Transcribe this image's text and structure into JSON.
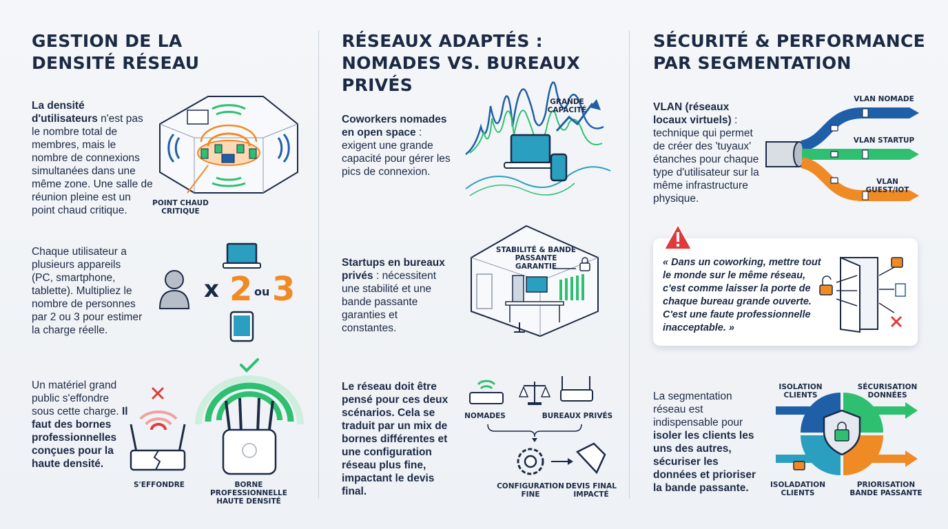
{
  "col1": {
    "title_l1": "GESTION DE LA",
    "title_l2": "DENSITÉ RÉSEAU",
    "p1_bold": "La densité d'utilisateurs",
    "p1_rest": "n'est pas le nombre total de membres, mais le nombre de connexions simultanées dans une même zone. Une salle de réunion pleine est un point chaud critique.",
    "hot_label_l1": "POINT CHAUD",
    "hot_label_l2": "CRITIQUE",
    "p2": "Chaque utilisateur a plusieurs appareils (PC, smartphone, tablette). Multipliez le nombre de personnes par 2 ou 3 pour estimer la charge réelle.",
    "mult_x": "x",
    "mult_2": "2",
    "mult_ou": "ou",
    "mult_3": "3",
    "p3_rest": "Un matériel grand public s'effondre sous cette charge.",
    "p3_bold": "Il faut des bornes professionnelles conçues pour la haute densité.",
    "collapse_label": "S'EFFONDRE",
    "pro_label_l1": "BORNE PROFESSIONNELLE",
    "pro_label_l2": "HAUTE DENSITÉ"
  },
  "col2": {
    "title_l1": "RÉSEAUX ADAPTÉS :",
    "title_l2": "NOMADES VS. BUREAUX PRIVÉS",
    "p1_bold": "Coworkers nomades en open space",
    "p1_rest": " : exigent une grande capacité pour gérer les pics de connexion.",
    "capacity_l1": "GRANDE",
    "capacity_l2": "CAPACITÉ",
    "p2_bold": "Startups en bureaux privés",
    "p2_rest": " : nécessitent une stabilité et une bande passante garanties et constantes.",
    "stability_l1": "STABILITÉ & BANDE",
    "stability_l2": "PASSANTE GARANTIE",
    "p3": "Le réseau doit être pensé pour ces deux scénarios. Cela se traduit par un mix de bornes différentes et une configuration réseau plus fine, impactant le devis final.",
    "nomades_label": "NOMADES",
    "bureaux_label": "BUREAUX PRIVÉS",
    "config_l1": "CONFIGURATION",
    "config_l2": "FINE",
    "devis_l1": "DEVIS FINAL",
    "devis_l2": "IMPACTÉ"
  },
  "col3": {
    "title_l1": "SÉCURITÉ & PERFORMANCE",
    "title_l2": "PAR SEGMENTATION",
    "p1_bold": "VLAN (réseaux locaux virtuels)",
    "p1_rest": " : technique qui permet de créer des 'tuyaux' étanches pour chaque type d'utilisateur sur la même infrastructure physique.",
    "vlan1": "VLAN NOMADE",
    "vlan2": "VLAN STARTUP",
    "vlan3": "VLAN GUEST/IOT",
    "quote": "« Dans un coworking, mettre tout le monde sur le même réseau, c'est comme laisser la porte de chaque bureau grande ouverte. C'est une faute professionnelle inacceptable. »",
    "p3_rest": "La segmentation réseau est indispensable pour",
    "p3_bold": "isoler les clients les uns des autres, sécuriser les données et prioriser la bande passante.",
    "seg_tl_l1": "ISOLATION",
    "seg_tl_l2": "CLIENTS",
    "seg_tr_l1": "SÉCURISATION",
    "seg_tr_l2": "DONNÉES",
    "seg_bl_l1": "ISOLADATION",
    "seg_bl_l2": "CLIENTS",
    "seg_br_l1": "PRIORISATION",
    "seg_br_l2": "BANDE PASSANTE"
  },
  "colors": {
    "navy": "#1b2a44",
    "blue": "#1f5fa8",
    "green": "#2fbf71",
    "orange": "#f08a24",
    "red": "#e03a3a"
  }
}
